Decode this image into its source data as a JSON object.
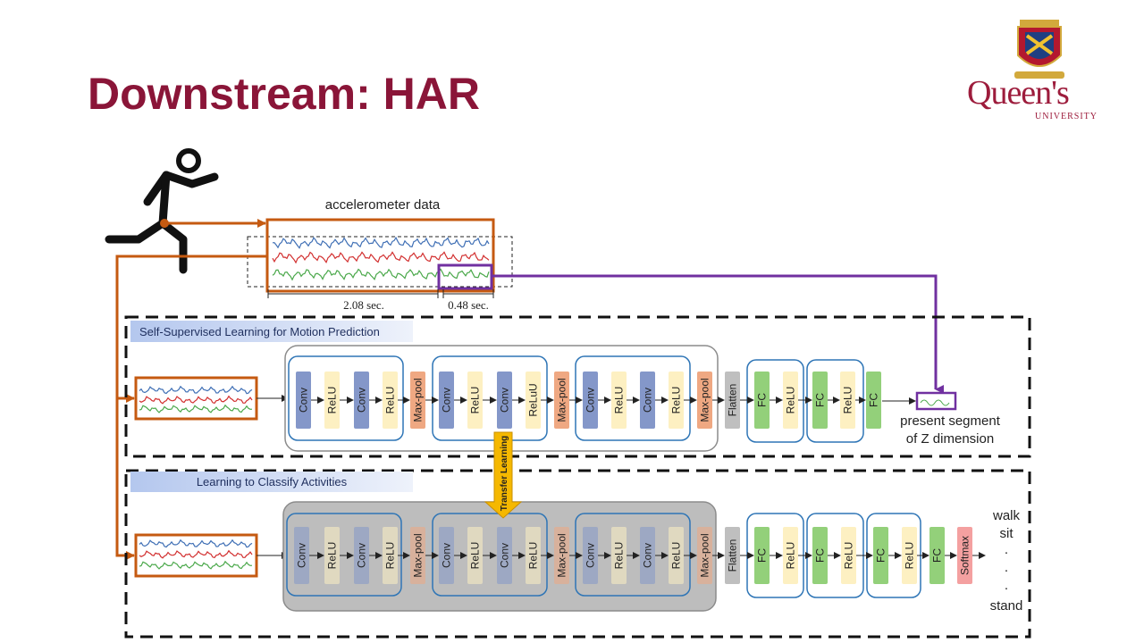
{
  "slide": {
    "title": "Downstream: HAR"
  },
  "logo": {
    "wordmark": "Queen's",
    "subtitle": "UNIVERSITY"
  },
  "signal": {
    "label": "accelerometer data",
    "window_label": "2.08 sec.",
    "segment_label": "0.48 sec."
  },
  "ssl_panel": {
    "header": "Self-Supervised Learning for Motion Prediction",
    "output_label_line1": "present segment",
    "output_label_line2": "of Z dimension",
    "blocks": [
      "Conv",
      "ReLU",
      "Conv",
      "ReLU",
      "Max-pool",
      "Conv",
      "ReLU",
      "Conv",
      "ReLuU",
      "Max-pool",
      "Conv",
      "ReLU",
      "Conv",
      "ReLU",
      "Max-pool",
      "Flatten",
      "FC",
      "ReLU",
      "FC",
      "ReLU",
      "FC"
    ]
  },
  "transfer": {
    "label": "Transfer Learning"
  },
  "cls_panel": {
    "header": "Learning to Classify Activities",
    "blocks": [
      "Conv",
      "ReLU",
      "Conv",
      "ReLU",
      "Max-pool",
      "Conv",
      "ReLU",
      "Conv",
      "ReLU",
      "Max-pool",
      "Conv",
      "ReLU",
      "Conv",
      "ReLU",
      "Max-pool",
      "Flatten",
      "FC",
      "ReLU",
      "FC",
      "ReLU",
      "FC",
      "ReLU",
      "FC",
      "Softmax"
    ],
    "outputs": [
      "walk",
      "sit",
      ".",
      ".",
      ".",
      "stand"
    ]
  },
  "colors": {
    "title": "#8a1538",
    "orange": "#c55a11",
    "purple": "#7030a0",
    "conv": "#8497c9",
    "relu": "#fdf0c2",
    "maxpool": "#efa882",
    "flatten": "#bfbfbf",
    "fc": "#93d07a",
    "softmax": "#f4a0a0",
    "transfer": "#f5b800",
    "header_fill": "#c9d6f2",
    "group_border": "#2e75b6"
  }
}
